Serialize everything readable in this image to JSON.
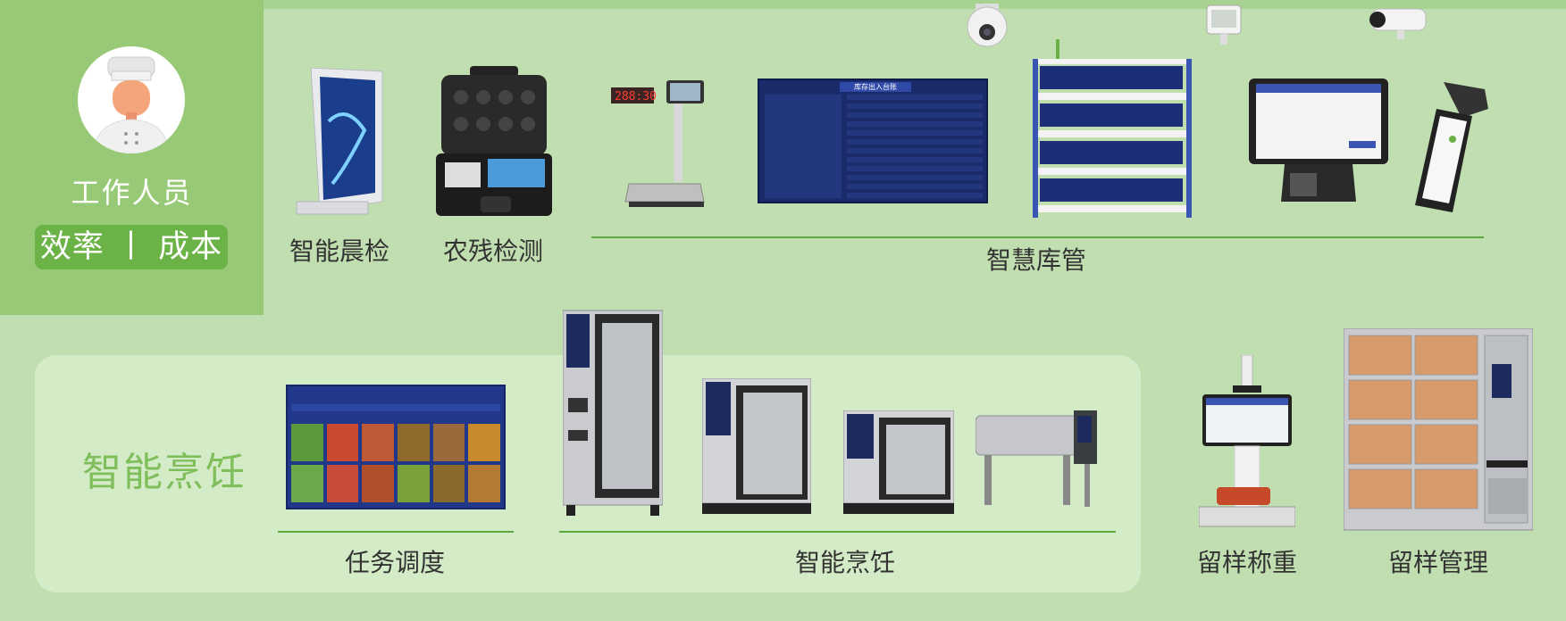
{
  "role": {
    "name": "工作人员",
    "badge": "效率 丨 成本"
  },
  "top_row": {
    "morning_check": "智能晨检",
    "pesticide_test": "农残检测",
    "smart_storage": "智慧库管"
  },
  "bottom_row": {
    "section_title": "智能烹饪",
    "task_dispatch": "任务调度",
    "smart_cooking": "智能烹饪",
    "sample_weighing": "留样称重",
    "sample_management": "留样管理"
  },
  "devices": {
    "scale_display": "288:30",
    "screen_title": "库存出入台账"
  },
  "colors": {
    "accent_green": "#6bb247",
    "line_green": "#5da83e",
    "panel_green": "#97c977",
    "title_green": "#7fbe5a"
  }
}
